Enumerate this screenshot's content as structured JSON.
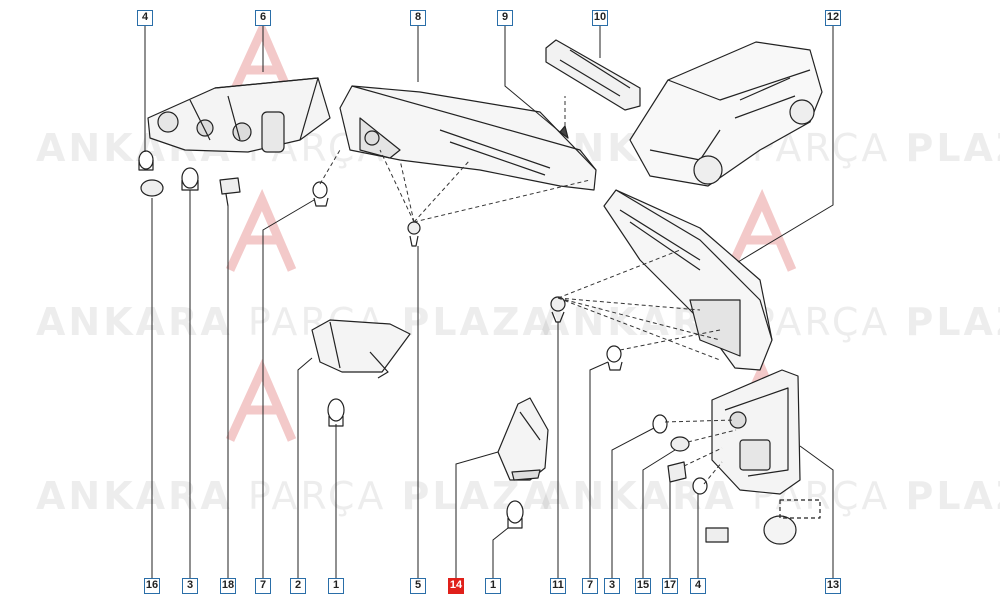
{
  "watermark": {
    "part1": "ANKARA",
    "part2": "PARÇA",
    "part3": "PLAZA"
  },
  "colors": {
    "callout_border": "#2a6ea8",
    "highlight": "#e0201a",
    "watermark_logo": "#f3c9c9"
  },
  "callouts": {
    "c4a": "4",
    "c6": "6",
    "c8": "8",
    "c9": "9",
    "c10": "10",
    "c12": "12",
    "c16": "16",
    "c3a": "3",
    "c18": "18",
    "c7a": "7",
    "c2": "2",
    "c1a": "1",
    "c5": "5",
    "c14": "14",
    "c1b": "1",
    "c11": "11",
    "c7b": "7",
    "c3b": "3",
    "c15": "15",
    "c17": "17",
    "c4b": "4",
    "c13": "13"
  },
  "highlighted_part": "14"
}
